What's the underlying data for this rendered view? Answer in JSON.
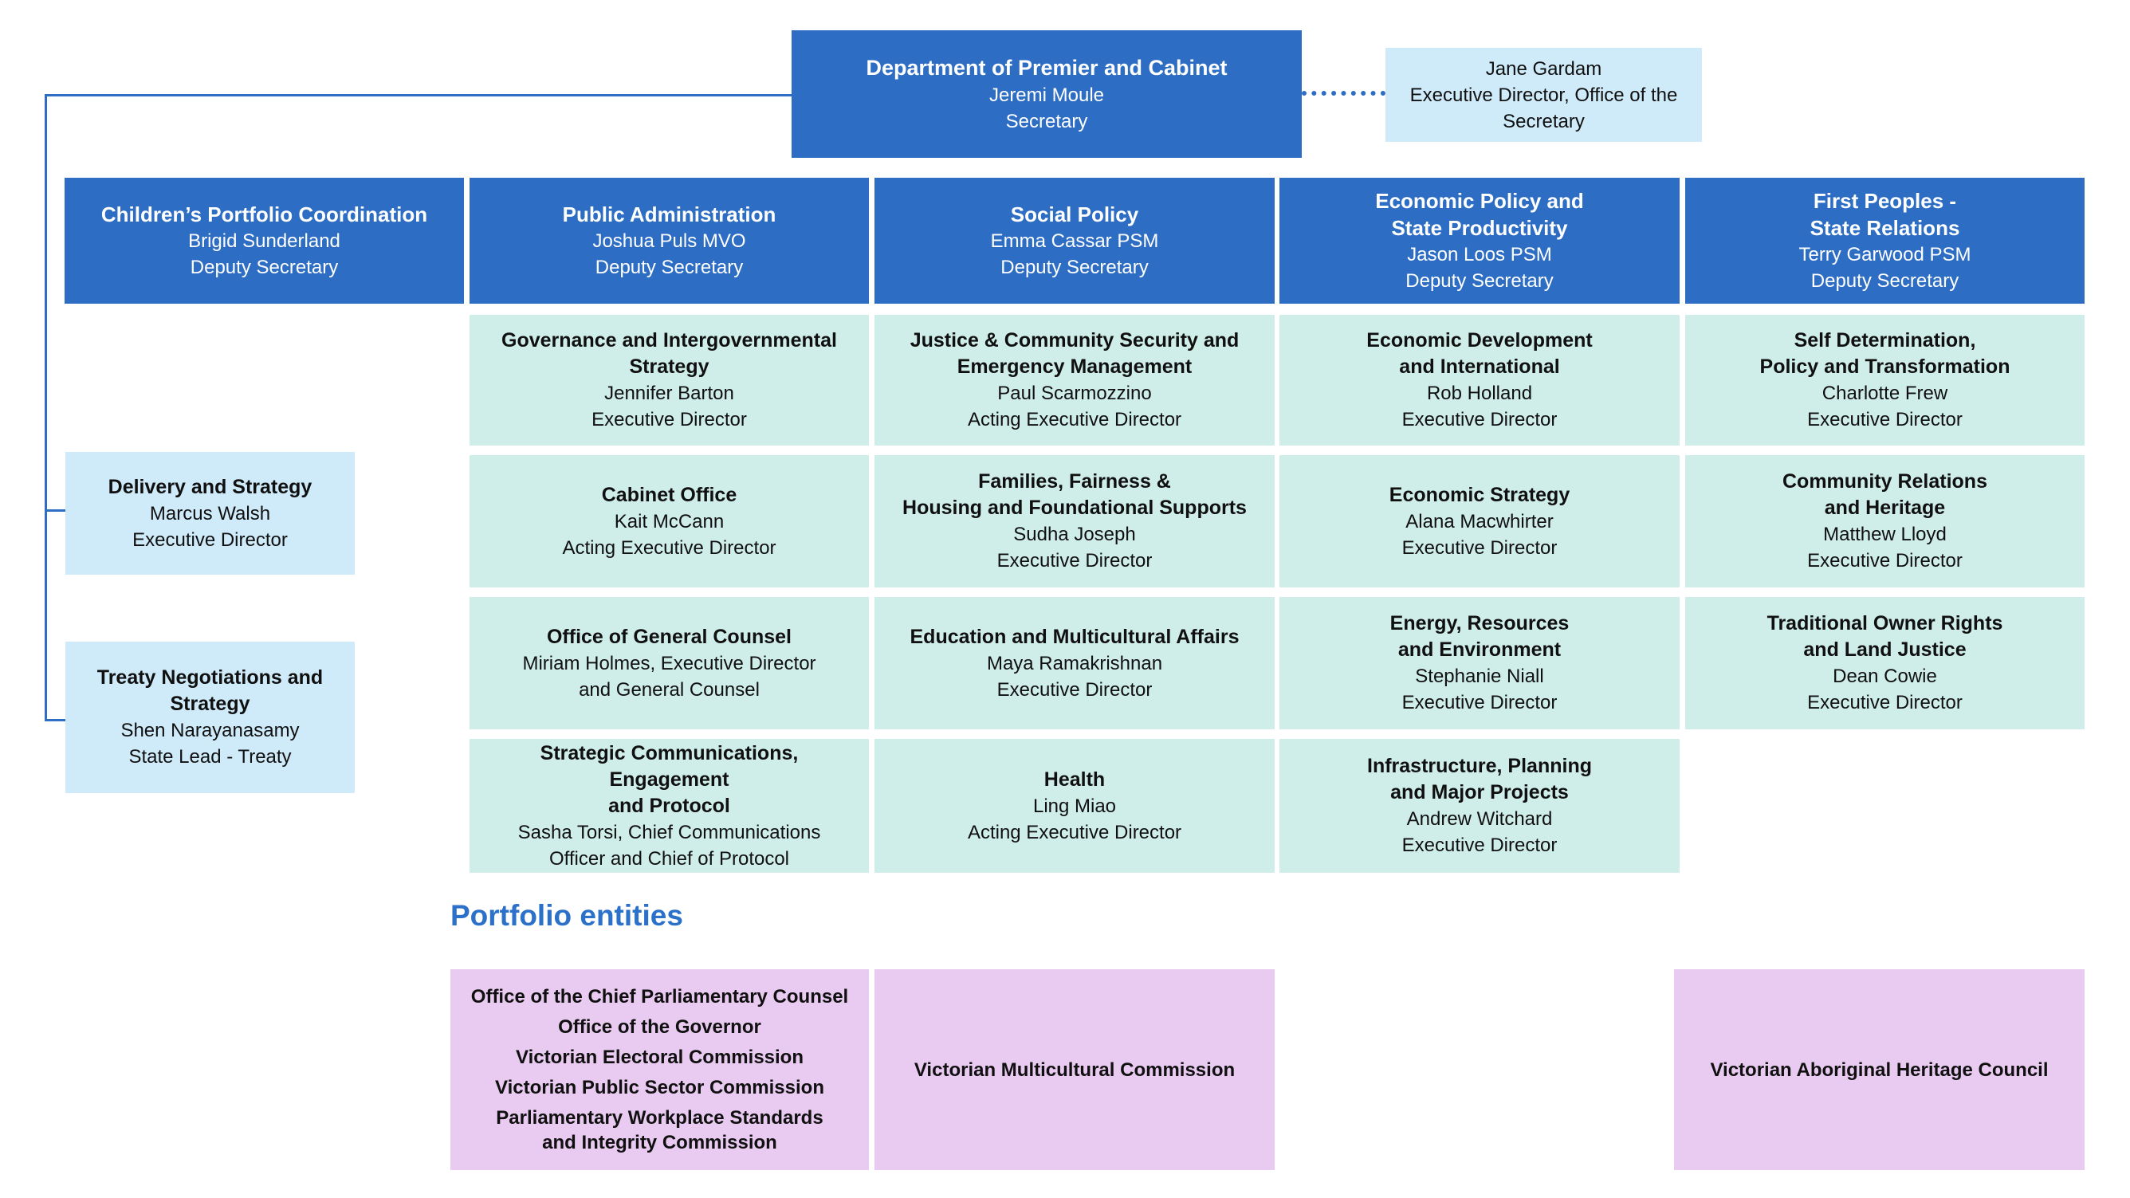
{
  "palette": {
    "box_blue": "#2D6EC4",
    "box_light_blue": "#CFEBFA",
    "box_teal": "#CFEDE9",
    "box_purple": "#E9CAF1",
    "heading_blue": "#2B70C9",
    "text_white": "#FFFFFF",
    "text_dark": "#101010"
  },
  "secretary": {
    "title": "Department of Premier and Cabinet",
    "name": "Jeremi Moule",
    "role": "Secretary"
  },
  "office_of_secretary": {
    "name": "Jane Gardam",
    "role": "Executive Director, Office of the\nSecretary"
  },
  "left_branch": [
    {
      "title": "Delivery and Strategy",
      "name": "Marcus Walsh",
      "role": "Executive Director"
    },
    {
      "title": "Treaty Negotiations and\nStrategy",
      "name": "Shen Narayanasamy",
      "role": "State Lead - Treaty"
    }
  ],
  "columns": [
    {
      "header": {
        "title": "Children’s Portfolio Coordination",
        "name": "Brigid Sunderland",
        "role": "Deputy Secretary"
      },
      "boxes": []
    },
    {
      "header": {
        "title": "Public Administration",
        "name": "Joshua Puls MVO",
        "role": "Deputy Secretary"
      },
      "boxes": [
        {
          "title": "Governance and Intergovernmental\nStrategy",
          "name": "Jennifer Barton",
          "role": "Executive Director"
        },
        {
          "title": "Cabinet Office",
          "name": "Kait McCann",
          "role": "Acting Executive Director"
        },
        {
          "title": "Office of General Counsel",
          "name": "Miriam Holmes, Executive Director\nand General Counsel",
          "role": ""
        },
        {
          "title": "Strategic Communications, Engagement\nand Protocol",
          "name": "Sasha Torsi, Chief Communications\nOfficer and Chief of Protocol",
          "role": ""
        }
      ]
    },
    {
      "header": {
        "title": "Social Policy",
        "name": "Emma Cassar PSM",
        "role": "Deputy Secretary"
      },
      "boxes": [
        {
          "title": "Justice & Community Security and\nEmergency Management",
          "name": "Paul Scarmozzino",
          "role": "Acting Executive Director"
        },
        {
          "title": "Families, Fairness &\nHousing and Foundational Supports",
          "name": "Sudha Joseph",
          "role": "Executive Director"
        },
        {
          "title": "Education and Multicultural Affairs",
          "name": "Maya Ramakrishnan",
          "role": "Executive Director"
        },
        {
          "title": "Health",
          "name": "Ling Miao",
          "role": "Acting Executive Director"
        }
      ]
    },
    {
      "header": {
        "title": "Economic Policy and\nState Productivity",
        "name": "Jason Loos PSM",
        "role": "Deputy Secretary"
      },
      "boxes": [
        {
          "title": "Economic Development\nand International",
          "name": "Rob Holland",
          "role": "Executive Director"
        },
        {
          "title": "Economic Strategy",
          "name": "Alana Macwhirter",
          "role": "Executive Director"
        },
        {
          "title": "Energy, Resources\nand Environment",
          "name": "Stephanie Niall",
          "role": "Executive Director"
        },
        {
          "title": "Infrastructure, Planning\nand Major Projects",
          "name": "Andrew Witchard",
          "role": "Executive Director"
        }
      ]
    },
    {
      "header": {
        "title": "First Peoples -\nState Relations",
        "name": "Terry Garwood PSM",
        "role": "Deputy Secretary"
      },
      "boxes": [
        {
          "title": "Self Determination,\nPolicy and Transformation",
          "name": "Charlotte Frew",
          "role": "Executive Director"
        },
        {
          "title": "Community Relations\nand Heritage",
          "name": "Matthew Lloyd",
          "role": "Executive Director"
        },
        {
          "title": "Traditional Owner Rights\nand Land Justice",
          "name": "Dean Cowie",
          "role": "Executive Director"
        }
      ]
    }
  ],
  "portfolio": {
    "heading": "Portfolio entities",
    "group1_items": {
      "i1": "Office of the Chief Parliamentary Counsel",
      "i2": "Office of the Governor",
      "i3": "Victorian Electoral Commission",
      "i4": "Victorian Public Sector Commission",
      "i5": "Parliamentary Workplace Standards\nand Integrity Commission"
    },
    "group2": "Victorian Multicultural Commission",
    "group3": "Victorian Aboriginal Heritage Council"
  }
}
